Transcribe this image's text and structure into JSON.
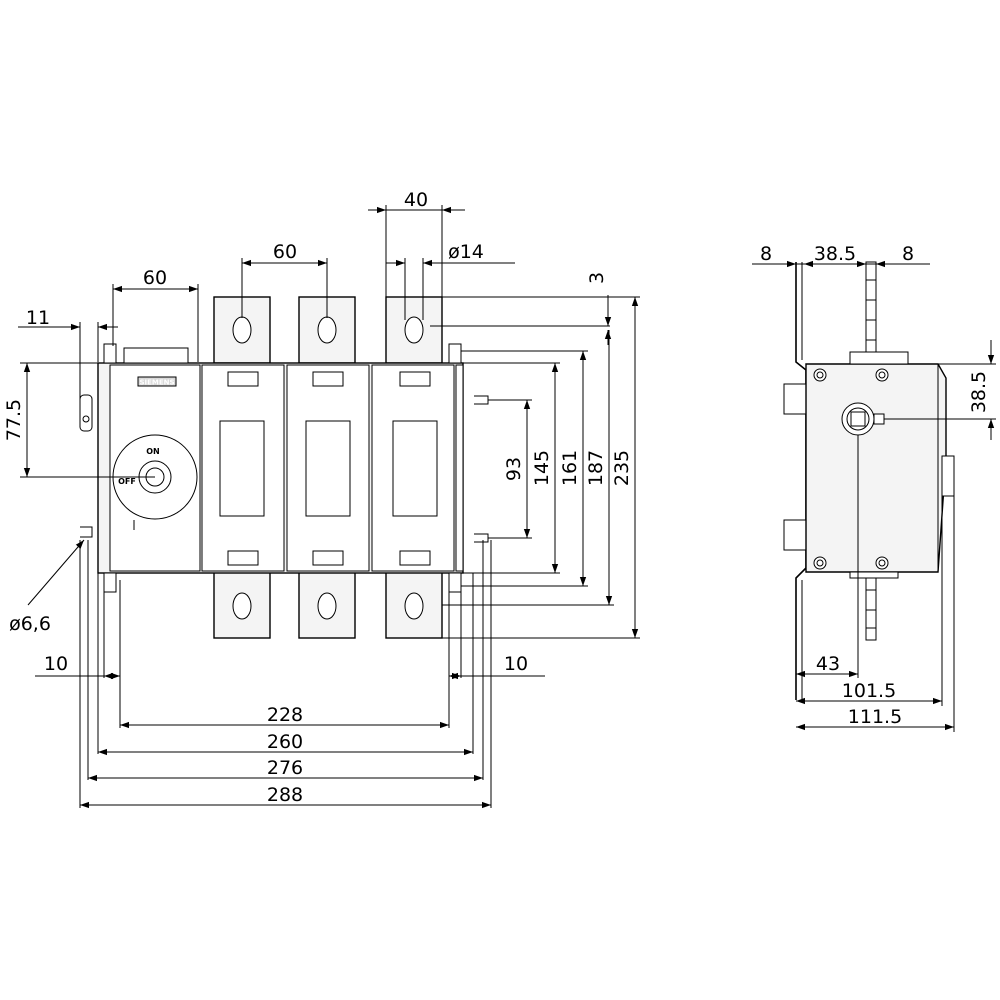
{
  "front_view": {
    "top_dims": {
      "d40": "40",
      "d60_terminal": "60",
      "d14": "ø14",
      "d3": "3",
      "d60_left": "60",
      "d11": "11"
    },
    "vertical_dims": {
      "d77_5": "77.5",
      "d93": "93",
      "d145": "145",
      "d161": "161",
      "d187": "187",
      "d235": "235"
    },
    "bottom_dims": {
      "hole": "ø6,6",
      "d10_left": "10",
      "d10_right": "10",
      "d228": "228",
      "d260": "260",
      "d276": "276",
      "d288": "288"
    },
    "labels": {
      "nameplate": "SIEMENS",
      "handle_on": "ON",
      "handle_off": "OFF"
    }
  },
  "side_view": {
    "top_dims": {
      "d8_left": "8",
      "d38_5": "38.5",
      "d8_right": "8"
    },
    "right_dim": "38.5",
    "bottom_dims": {
      "d43": "43",
      "d101_5": "101.5",
      "d111_5": "111.5"
    }
  }
}
